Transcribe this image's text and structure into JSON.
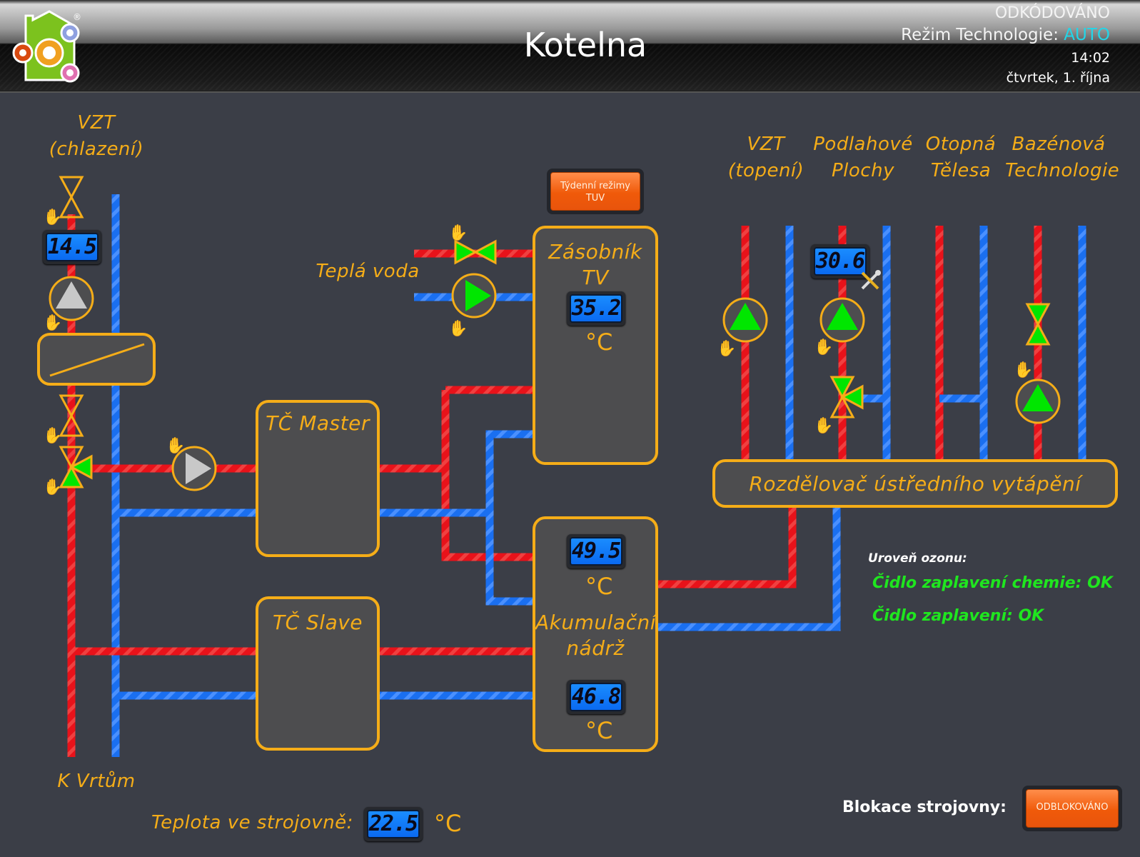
{
  "header": {
    "title": "Kotelna",
    "status": "ODKÓDOVÁNO",
    "mode_label": "Režim Technologie:",
    "mode_value": "AUTO",
    "time": "14:02",
    "date": "čtvrtek, 1. října",
    "logo_icon": "house-gears-logo-icon"
  },
  "colors": {
    "accent": "#f5ad18",
    "hot_pipe": "#e8121a",
    "cold_pipe": "#1a6ff0",
    "active_green": "#00e600",
    "mode_auto": "#22d6e8",
    "button_orange": "#f05a0a",
    "ok_green": "#1fe61f",
    "background": "#3b3e47"
  },
  "labels": {
    "vzt_cooling": [
      "VZT",
      "(chlazení)"
    ],
    "k_vrtum": "K Vrtům",
    "tepla_voda": "Teplá voda",
    "tc_master": "TČ Master",
    "tc_slave": "TČ Slave",
    "zasobnik": [
      "Zásobník",
      "TV"
    ],
    "akumulacni": [
      "Akumulační",
      "nádrž"
    ],
    "vzt_heating": [
      "VZT",
      "(topení)"
    ],
    "podlahove": [
      "Podlahové",
      "Plochy"
    ],
    "otopna": [
      "Otopná",
      "Tělesa"
    ],
    "bazenova": [
      "Bazénová",
      "Technologie"
    ],
    "rozdelovac": "Rozdělovač ústředního vytápění",
    "teplota_strojovne": "Teplota ve strojovně:",
    "unit_c": "°C"
  },
  "readings": {
    "vzt_cooling_temp": "14.5",
    "zasobnik_temp": "35.2",
    "akum_top_temp": "49.5",
    "akum_bottom_temp": "46.8",
    "podlahove_temp": "30.6",
    "strojovna_temp": "22.5"
  },
  "buttons": {
    "weekly_modes": [
      "Týdenní režimy",
      "TUV"
    ],
    "unblock": "ODBLOKOVÁNO"
  },
  "status": {
    "ozone_label": "Uroveň ozonu:",
    "chem_flood": "Čidlo zaplavení chemie: OK",
    "flood": "Čidlo zaplavení: OK",
    "block_label": "Blokace strojovny:"
  },
  "icons": {
    "hand": "manual-hand-icon",
    "wrench": "service-wrench-icon"
  }
}
